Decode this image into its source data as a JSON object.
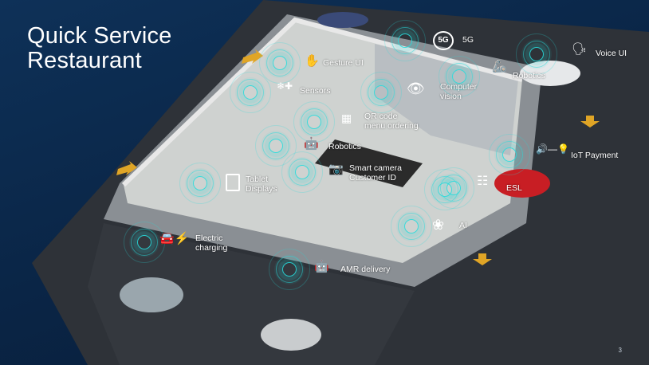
{
  "slide": {
    "title_line1": "Quick Service",
    "title_line2": "Restaurant",
    "page_number": "3"
  },
  "labels": [
    {
      "text": "5G",
      "icon": "5g-icon"
    },
    {
      "text": "Voice UI",
      "icon": "voice-head-icon"
    },
    {
      "text": "Gesture UI",
      "icon": "hand-gesture-icon"
    },
    {
      "text": "Robotics",
      "icon": "robot-arm-icon"
    },
    {
      "text": "Sensors",
      "icon": "sensors-icon"
    },
    {
      "text": "Computer\nvision",
      "icon": "eye-icon"
    },
    {
      "text": "QR code\nmenu ordering",
      "icon": "qr-code-icon"
    },
    {
      "text": "Robotics",
      "icon": "robot-icon"
    },
    {
      "text": "IoT Payment",
      "icon": "iot-payment-icon"
    },
    {
      "text": "Smart camera\nCustomer ID",
      "icon": "security-camera-icon"
    },
    {
      "text": "Tablet\nDisplays",
      "icon": "tablet-icon"
    },
    {
      "text": "ESL",
      "icon": "electronic-shelf-label-icon"
    },
    {
      "text": "AI",
      "icon": "brain-icon"
    },
    {
      "text": "Electric\ncharging",
      "icon": "ev-charging-icon"
    },
    {
      "text": "AMR delivery",
      "icon": "delivery-robot-icon"
    }
  ],
  "colors": {
    "background": "#0a2546",
    "ring": "#28dcdc",
    "road": "#2e3238",
    "floor": "#cfd2d0",
    "arrow": "#e0a526"
  }
}
